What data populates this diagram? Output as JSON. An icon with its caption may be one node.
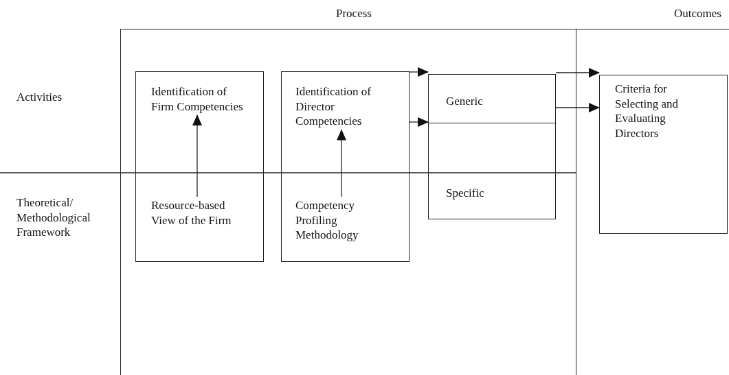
{
  "diagram": {
    "nodes": [
      {
        "text": [
          "Process"
        ]
      },
      {
        "text": [],
        "shape": "box",
        "in": 0
      },
      {
        "text": [
          "Identification of Firm Competencies"
        ],
        "in": 1
      },
      {
        "text": [
          "Resource-based View of the Firm"
        ],
        "in": 1
      },
      {
        "text": [],
        "shape": "box",
        "in": 0
      },
      {
        "text": [
          "Identification of Director Competencies"
        ],
        "in": 4
      },
      {
        "text": [
          "Competency Profiling Methodology"
        ],
        "in": 4
      },
      {
        "text": [
          "Generic",
          "Specific"
        ],
        "in": 0
      },
      {
        "text": [
          "Outcomes"
        ]
      },
      {
        "text": [
          "Criteria for Selecting and Evaluating Directors"
        ],
        "in": 8
      }
    ],
    "edges": [
      {
        "from": 3,
        "to": 2,
        "arrow": "to"
      },
      {
        "from": 6,
        "to": 5,
        "arrow": "to"
      },
      {
        "from": 4,
        "to": 7,
        "arrow": "to"
      },
      {
        "from": 4,
        "to": 7,
        "arrow": "to"
      },
      {
        "from": 7,
        "to": 9,
        "arrow": "to"
      },
      {
        "from": 7,
        "to": 9,
        "arrow": "to"
      }
    ],
    "labels": [
      "Activities",
      "Theoretical/ Methodological Framework"
    ]
  }
}
